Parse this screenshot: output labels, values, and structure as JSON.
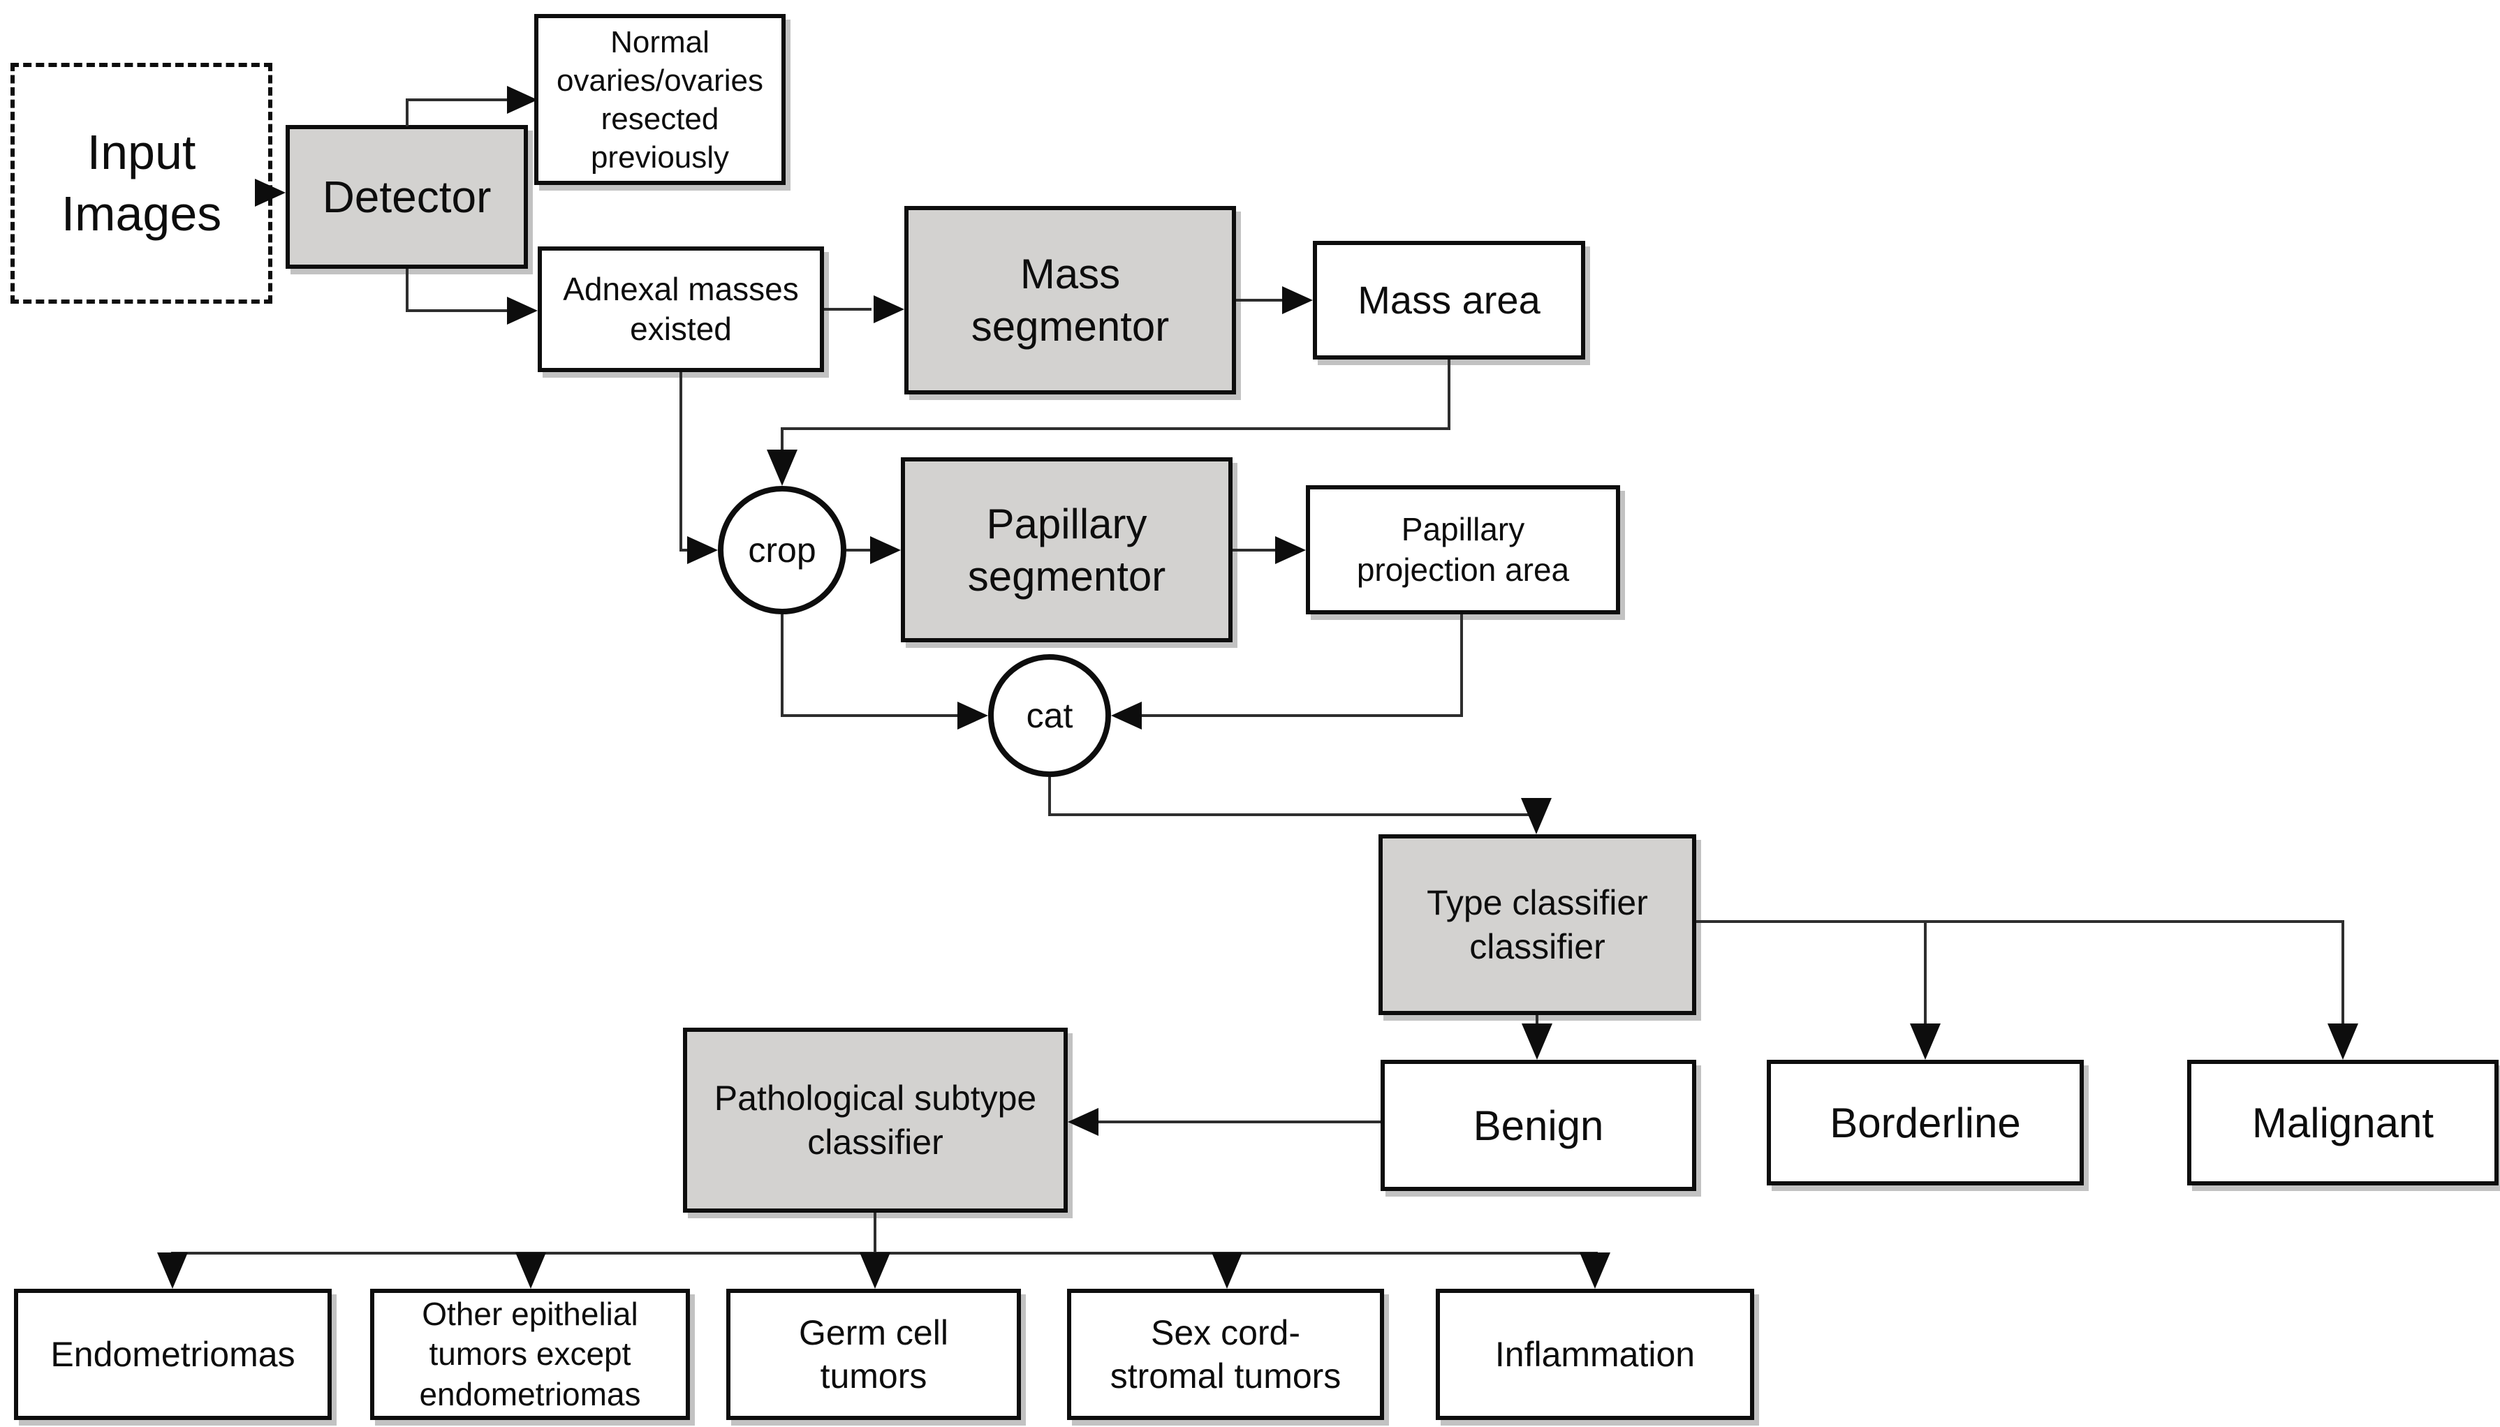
{
  "figure": {
    "type": "flowchart",
    "background_color": "#ffffff",
    "process_box_fill": "#d3d2d0",
    "result_box_fill": "#ffffff",
    "border_color": "#0d0d0d",
    "line_color": "#2e2e2e"
  },
  "nodes": {
    "input_images": {
      "label": "Input\nImages",
      "kind": "input"
    },
    "detector": {
      "label": "Detector",
      "kind": "process"
    },
    "normal_ovaries": {
      "label": "Normal\novaries/ovaries\nresected\npreviously",
      "kind": "result"
    },
    "adnexal_masses": {
      "label": "Adnexal masses\nexisted",
      "kind": "result"
    },
    "mass_segmentor": {
      "label": "Mass\nsegmentor",
      "kind": "process"
    },
    "mass_area": {
      "label": "Mass area",
      "kind": "result"
    },
    "crop": {
      "label": "crop",
      "kind": "operation"
    },
    "papillary_segmentor": {
      "label": "Papillary\nsegmentor",
      "kind": "process"
    },
    "papillary_projection": {
      "label": "Papillary\nprojection area",
      "kind": "result"
    },
    "cat": {
      "label": "cat",
      "kind": "operation"
    },
    "type_classifier": {
      "label": "Type classifier\nclassifier",
      "kind": "process"
    },
    "benign": {
      "label": "Benign",
      "kind": "result"
    },
    "borderline": {
      "label": "Borderline",
      "kind": "result"
    },
    "malignant": {
      "label": "Malignant",
      "kind": "result"
    },
    "pathological_subtype": {
      "label": "Pathological subtype\nclassifier",
      "kind": "process"
    },
    "endometriomas": {
      "label": "Endometriomas",
      "kind": "result"
    },
    "other_epithelial": {
      "label": "Other epithelial\ntumors except\nendometriomas",
      "kind": "result"
    },
    "germ_cell": {
      "label": "Germ cell\ntumors",
      "kind": "result"
    },
    "sex_cord_stromal": {
      "label": "Sex cord-\nstromal tumors",
      "kind": "result"
    },
    "inflammation": {
      "label": "Inflammation",
      "kind": "result"
    }
  }
}
